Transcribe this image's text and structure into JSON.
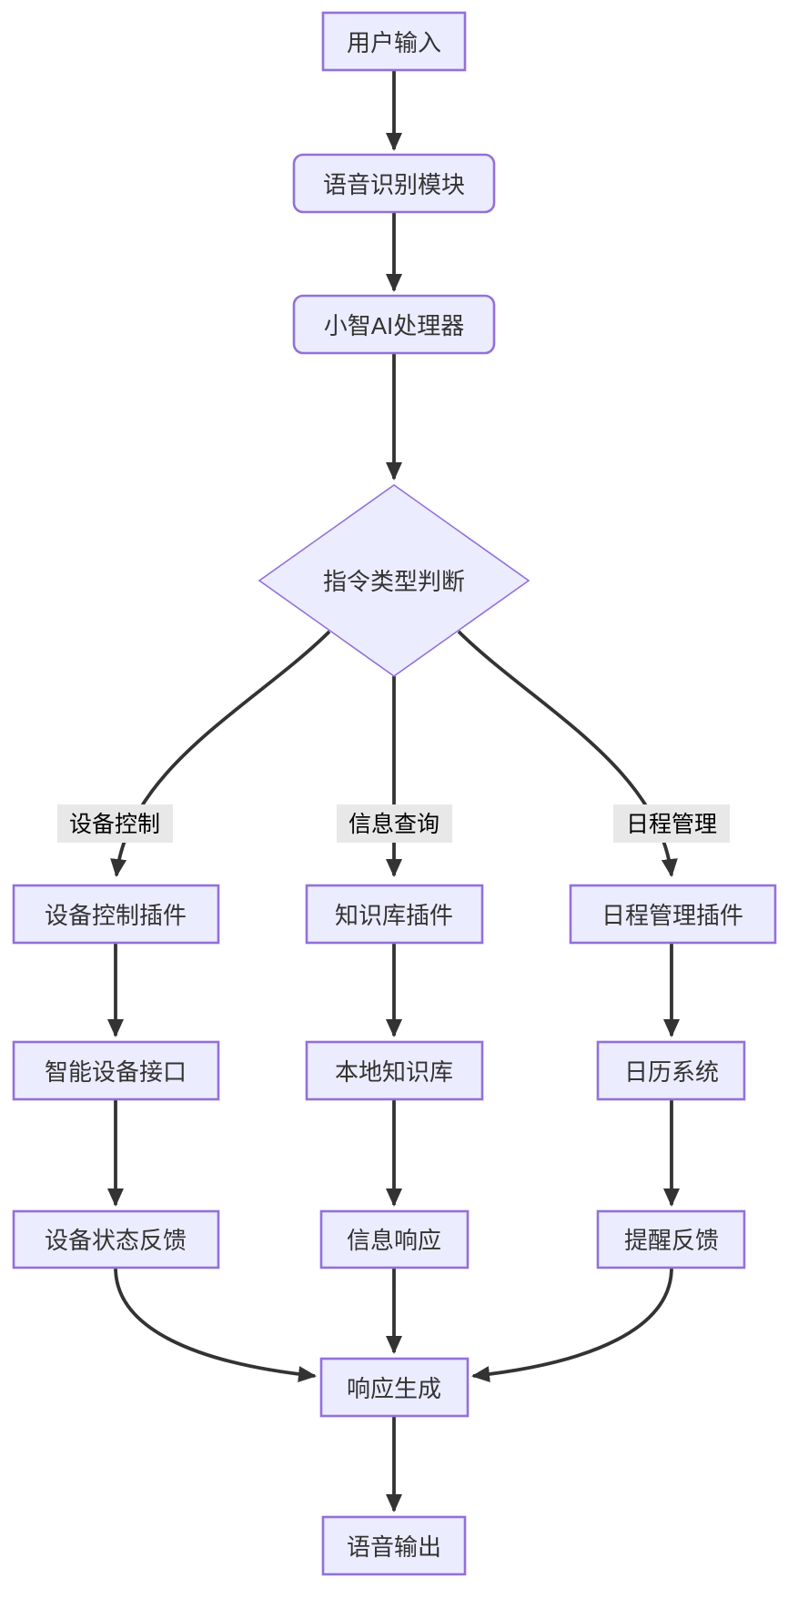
{
  "diagram": {
    "type": "flowchart",
    "direction": "top-down",
    "nodes": {
      "user_input": {
        "label": "用户输入",
        "shape": "rect"
      },
      "speech_recognition": {
        "label": "语音识别模块",
        "shape": "rounded-rect"
      },
      "ai_processor": {
        "label": "小智AI处理器",
        "shape": "rounded-rect"
      },
      "decision": {
        "label": "指令类型判断",
        "shape": "diamond"
      },
      "device_plugin": {
        "label": "设备控制插件",
        "shape": "rect"
      },
      "knowledge_plugin": {
        "label": "知识库插件",
        "shape": "rect"
      },
      "schedule_plugin": {
        "label": "日程管理插件",
        "shape": "rect"
      },
      "device_interface": {
        "label": "智能设备接口",
        "shape": "rect"
      },
      "local_knowledge": {
        "label": "本地知识库",
        "shape": "rect"
      },
      "calendar_system": {
        "label": "日历系统",
        "shape": "rect"
      },
      "device_feedback": {
        "label": "设备状态反馈",
        "shape": "rect"
      },
      "info_response": {
        "label": "信息响应",
        "shape": "rect"
      },
      "reminder_feedback": {
        "label": "提醒反馈",
        "shape": "rect"
      },
      "response_generation": {
        "label": "响应生成",
        "shape": "rect"
      },
      "speech_output": {
        "label": "语音输出",
        "shape": "rect"
      }
    },
    "edge_labels": {
      "device_control": "设备控制",
      "info_query": "信息查询",
      "schedule_management": "日程管理"
    },
    "colors": {
      "node_fill": "#ECECFF",
      "node_border": "#9370DB",
      "edge": "#333333",
      "label_bg": "#e8e8e8",
      "text": "#333333"
    }
  }
}
